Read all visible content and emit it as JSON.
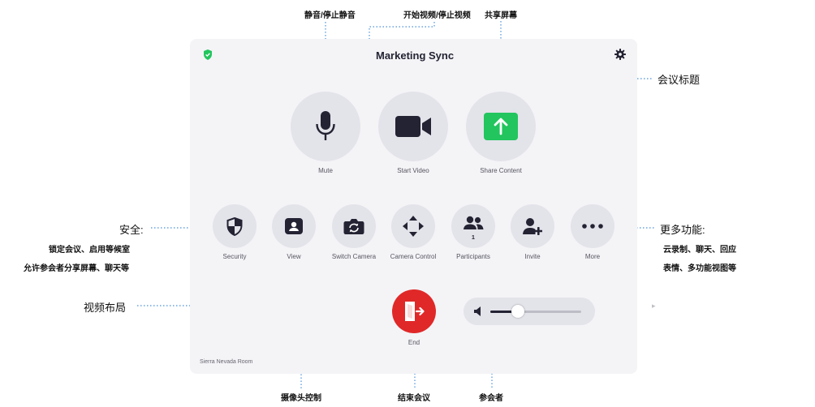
{
  "meeting": {
    "title": "Marketing Sync",
    "room_name": "Sierra Nevada Room"
  },
  "main_controls": {
    "mute_label": "Mute",
    "start_video_label": "Start Video",
    "share_content_label": "Share Content"
  },
  "secondary_controls": {
    "security_label": "Security",
    "view_label": "View",
    "switch_camera_label": "Switch Camera",
    "camera_control_label": "Camera Control",
    "participants_label": "Participants",
    "participants_count": "1",
    "invite_label": "Invite",
    "more_label": "More"
  },
  "end": {
    "label": "End"
  },
  "volume": {
    "level": 0.3
  },
  "annotations": {
    "mute_toggle": "静音/停止静音",
    "video_toggle": "开始视频/停止视频",
    "share_screen": "共享屏幕",
    "meeting_title": "会议标题",
    "security_heading": "安全:",
    "security_line1": "锁定会议、启用等候室",
    "security_line2": "允许参会者分享屏幕、聊天等",
    "view_layout": "视频布局",
    "more_heading": "更多功能:",
    "more_line1": "云录制、聊天、回应",
    "more_line2": "表情、多功能视图等",
    "camera_control": "摄像头控制",
    "end_meeting": "结束会议",
    "participants": "参会者"
  },
  "colors": {
    "panel_bg": "#f4f4f7",
    "button_bg": "#e3e3ea",
    "share_green": "#22c55e",
    "end_red": "#e02828",
    "icon_dark": "#232333",
    "shield_green": "#22c55e",
    "leader_line": "#4a90d9"
  },
  "icons": {
    "mute": "microphone-icon",
    "video": "video-camera-icon",
    "share": "arrow-up-icon",
    "security": "shield-icon",
    "view": "person-card-icon",
    "switch_camera": "camera-switch-icon",
    "camera_control": "four-arrows-icon",
    "participants": "people-icon",
    "invite": "person-add-icon",
    "more": "ellipsis-icon",
    "end": "exit-door-icon",
    "volume": "speaker-icon",
    "settings": "gear-icon",
    "encryption": "shield-check-icon"
  }
}
